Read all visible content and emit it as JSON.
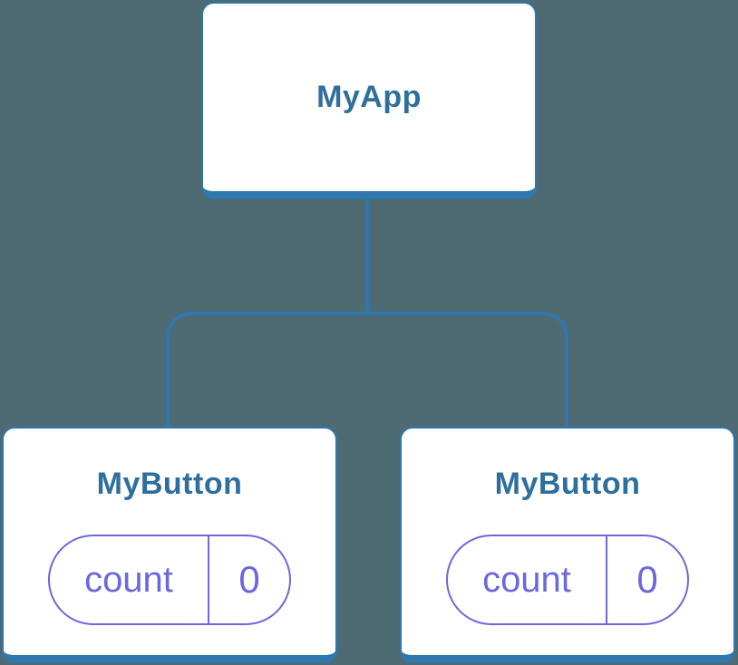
{
  "diagram": {
    "type": "component-tree",
    "root": {
      "label": "MyApp"
    },
    "children": [
      {
        "label": "MyButton",
        "state": {
          "key": "count",
          "value": "0"
        }
      },
      {
        "label": "MyButton",
        "state": {
          "key": "count",
          "value": "0"
        }
      }
    ]
  },
  "colors": {
    "background": "#4e6a73",
    "line_blue": "#2f77ad",
    "node_title_text": "#2e6f9e",
    "state_purple": "#6b68dc",
    "card_background": "#ffffff"
  }
}
